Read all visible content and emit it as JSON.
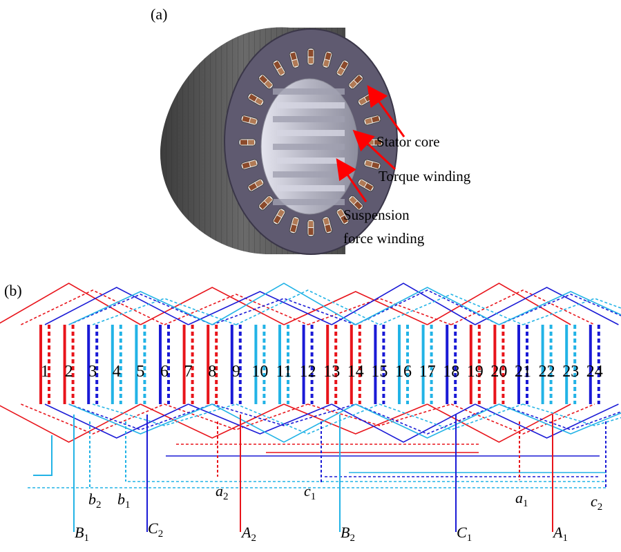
{
  "panel_a": {
    "label": "(a)",
    "callouts": {
      "stator_core": "Stator  core",
      "torque_winding": "Torque winding",
      "suspension_line1": "Suspension",
      "suspension_line2": "force winding"
    }
  },
  "panel_b": {
    "label": "(b)",
    "slots": [
      "1",
      "2",
      "3",
      "4",
      "5",
      "6",
      "7",
      "8",
      "9",
      "10",
      "11",
      "12",
      "13",
      "14",
      "15",
      "16",
      "17",
      "18",
      "19",
      "20",
      "21",
      "22",
      "23",
      "24"
    ],
    "terminals": {
      "b2": {
        "letter": "b",
        "sub": "2"
      },
      "b1": {
        "letter": "b",
        "sub": "1"
      },
      "a2": {
        "letter": "a",
        "sub": "2"
      },
      "c1": {
        "letter": "c",
        "sub": "1"
      },
      "a1": {
        "letter": "a",
        "sub": "1"
      },
      "c2": {
        "letter": "c",
        "sub": "2"
      },
      "B1": {
        "letter": "B",
        "sub": "1"
      },
      "C2": {
        "letter": "C",
        "sub": "2"
      },
      "A2": {
        "letter": "A",
        "sub": "2"
      },
      "B2": {
        "letter": "B",
        "sub": "2"
      },
      "C1": {
        "letter": "C",
        "sub": "1"
      },
      "A1": {
        "letter": "A",
        "sub": "1"
      }
    },
    "colors": {
      "phase_a": "#e8141b",
      "phase_b": "#22b3e6",
      "phase_c": "#1a1ad6",
      "arrow": "#ff0000"
    }
  }
}
